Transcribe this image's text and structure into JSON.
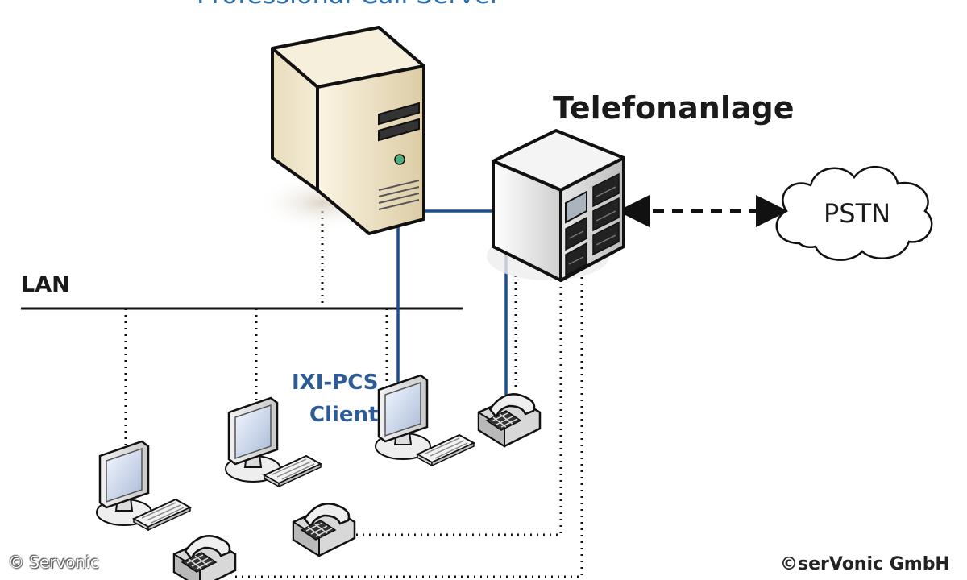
{
  "diagram": {
    "server_label": "Professional Call Server",
    "pbx_label": "Telefonanlage",
    "pstn_label": "PSTN",
    "lan_label": "LAN",
    "client_label_line1": "IXI-PCS",
    "client_label_line2": "Client",
    "copyright_left": "© Servonic",
    "copyright_right": "©serVonic GmbH"
  },
  "colors": {
    "server_body": "#efe4c8",
    "client_label": "#2c5b96",
    "server_label": "#2e6fa8",
    "cti_link": "#1f4e8c"
  },
  "icons": [
    "server-icon",
    "pbx-icon",
    "cloud-icon",
    "monitor-icon",
    "keyboard-icon",
    "desk-phone-icon"
  ]
}
